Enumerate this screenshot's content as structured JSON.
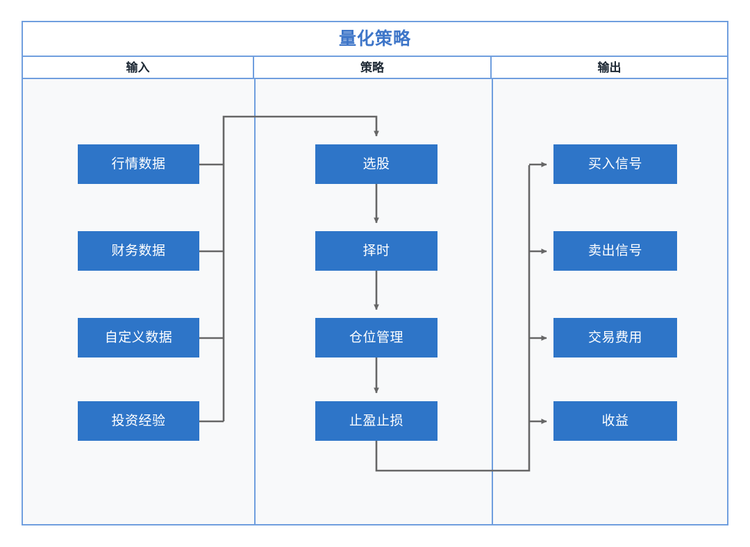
{
  "diagram": {
    "title": "量化策略",
    "columns": [
      {
        "id": "input",
        "header": "输入"
      },
      {
        "id": "strategy",
        "header": "策略"
      },
      {
        "id": "output",
        "header": "输出"
      }
    ],
    "nodes": {
      "input": [
        {
          "label": "行情数据"
        },
        {
          "label": "财务数据"
        },
        {
          "label": "自定义数据"
        },
        {
          "label": "投资经验"
        }
      ],
      "strategy": [
        {
          "label": "选股"
        },
        {
          "label": "择时"
        },
        {
          "label": "仓位管理"
        },
        {
          "label": "止盈止损"
        }
      ],
      "output": [
        {
          "label": "买入信号"
        },
        {
          "label": "卖出信号"
        },
        {
          "label": "交易费用"
        },
        {
          "label": "收益"
        }
      ]
    },
    "connectors": [
      {
        "from": "行情数据",
        "to": "选股",
        "kind": "bus-left"
      },
      {
        "from": "财务数据",
        "to": "选股",
        "kind": "bus-left"
      },
      {
        "from": "自定义数据",
        "to": "选股",
        "kind": "bus-left"
      },
      {
        "from": "投资经验",
        "to": "选股",
        "kind": "bus-left"
      },
      {
        "from": "选股",
        "to": "择时",
        "kind": "vertical"
      },
      {
        "from": "择时",
        "to": "仓位管理",
        "kind": "vertical"
      },
      {
        "from": "仓位管理",
        "to": "止盈止损",
        "kind": "vertical"
      },
      {
        "from": "止盈止损",
        "to": "买入信号",
        "kind": "bus-right"
      },
      {
        "from": "止盈止损",
        "to": "卖出信号",
        "kind": "bus-right"
      },
      {
        "from": "止盈止损",
        "to": "交易费用",
        "kind": "bus-right"
      },
      {
        "from": "止盈止损",
        "to": "收益",
        "kind": "bus-right"
      }
    ],
    "colors": {
      "node_fill": "#2e75c8",
      "node_text": "#ffffff",
      "frame_border": "#6f9ede",
      "title_text": "#3d75c8",
      "header_text": "#1c2733",
      "connector": "#666666",
      "body_background": "#f8f9fa"
    }
  }
}
